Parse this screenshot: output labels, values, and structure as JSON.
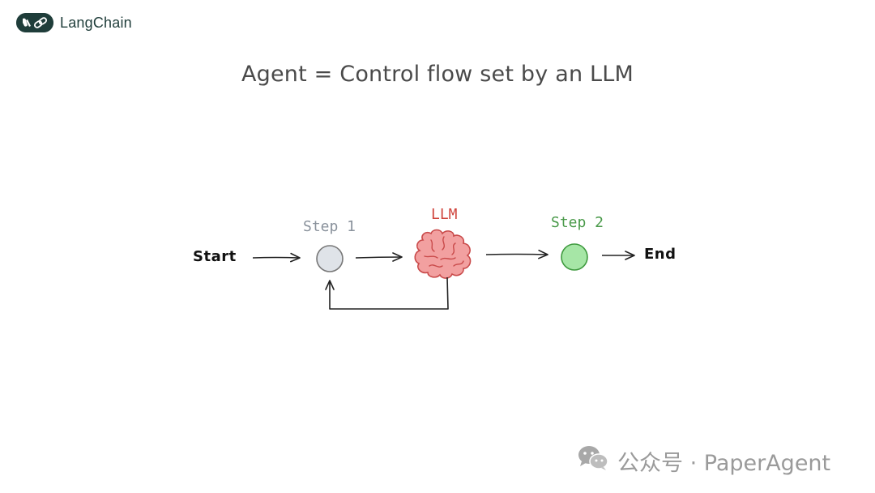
{
  "header": {
    "logo_text": "LangChain"
  },
  "title": "Agent = Control flow set by an LLM",
  "diagram": {
    "start_label": "Start",
    "end_label": "End",
    "step1_label": "Step 1",
    "llm_label": "LLM",
    "step2_label": "Step 2",
    "colors": {
      "step1_label": "#8a929c",
      "step1_fill": "#dfe3e8",
      "llm_label": "#d0463e",
      "brain_fill": "#f2a0a0",
      "brain_stroke": "#c94a4a",
      "step2_label": "#4a9a4a",
      "step2_fill": "#a6e6a6",
      "step2_stroke": "#3f9a3f"
    }
  },
  "watermark": {
    "text": "公众号 · PaperAgent",
    "icon": "wechat-icon"
  }
}
